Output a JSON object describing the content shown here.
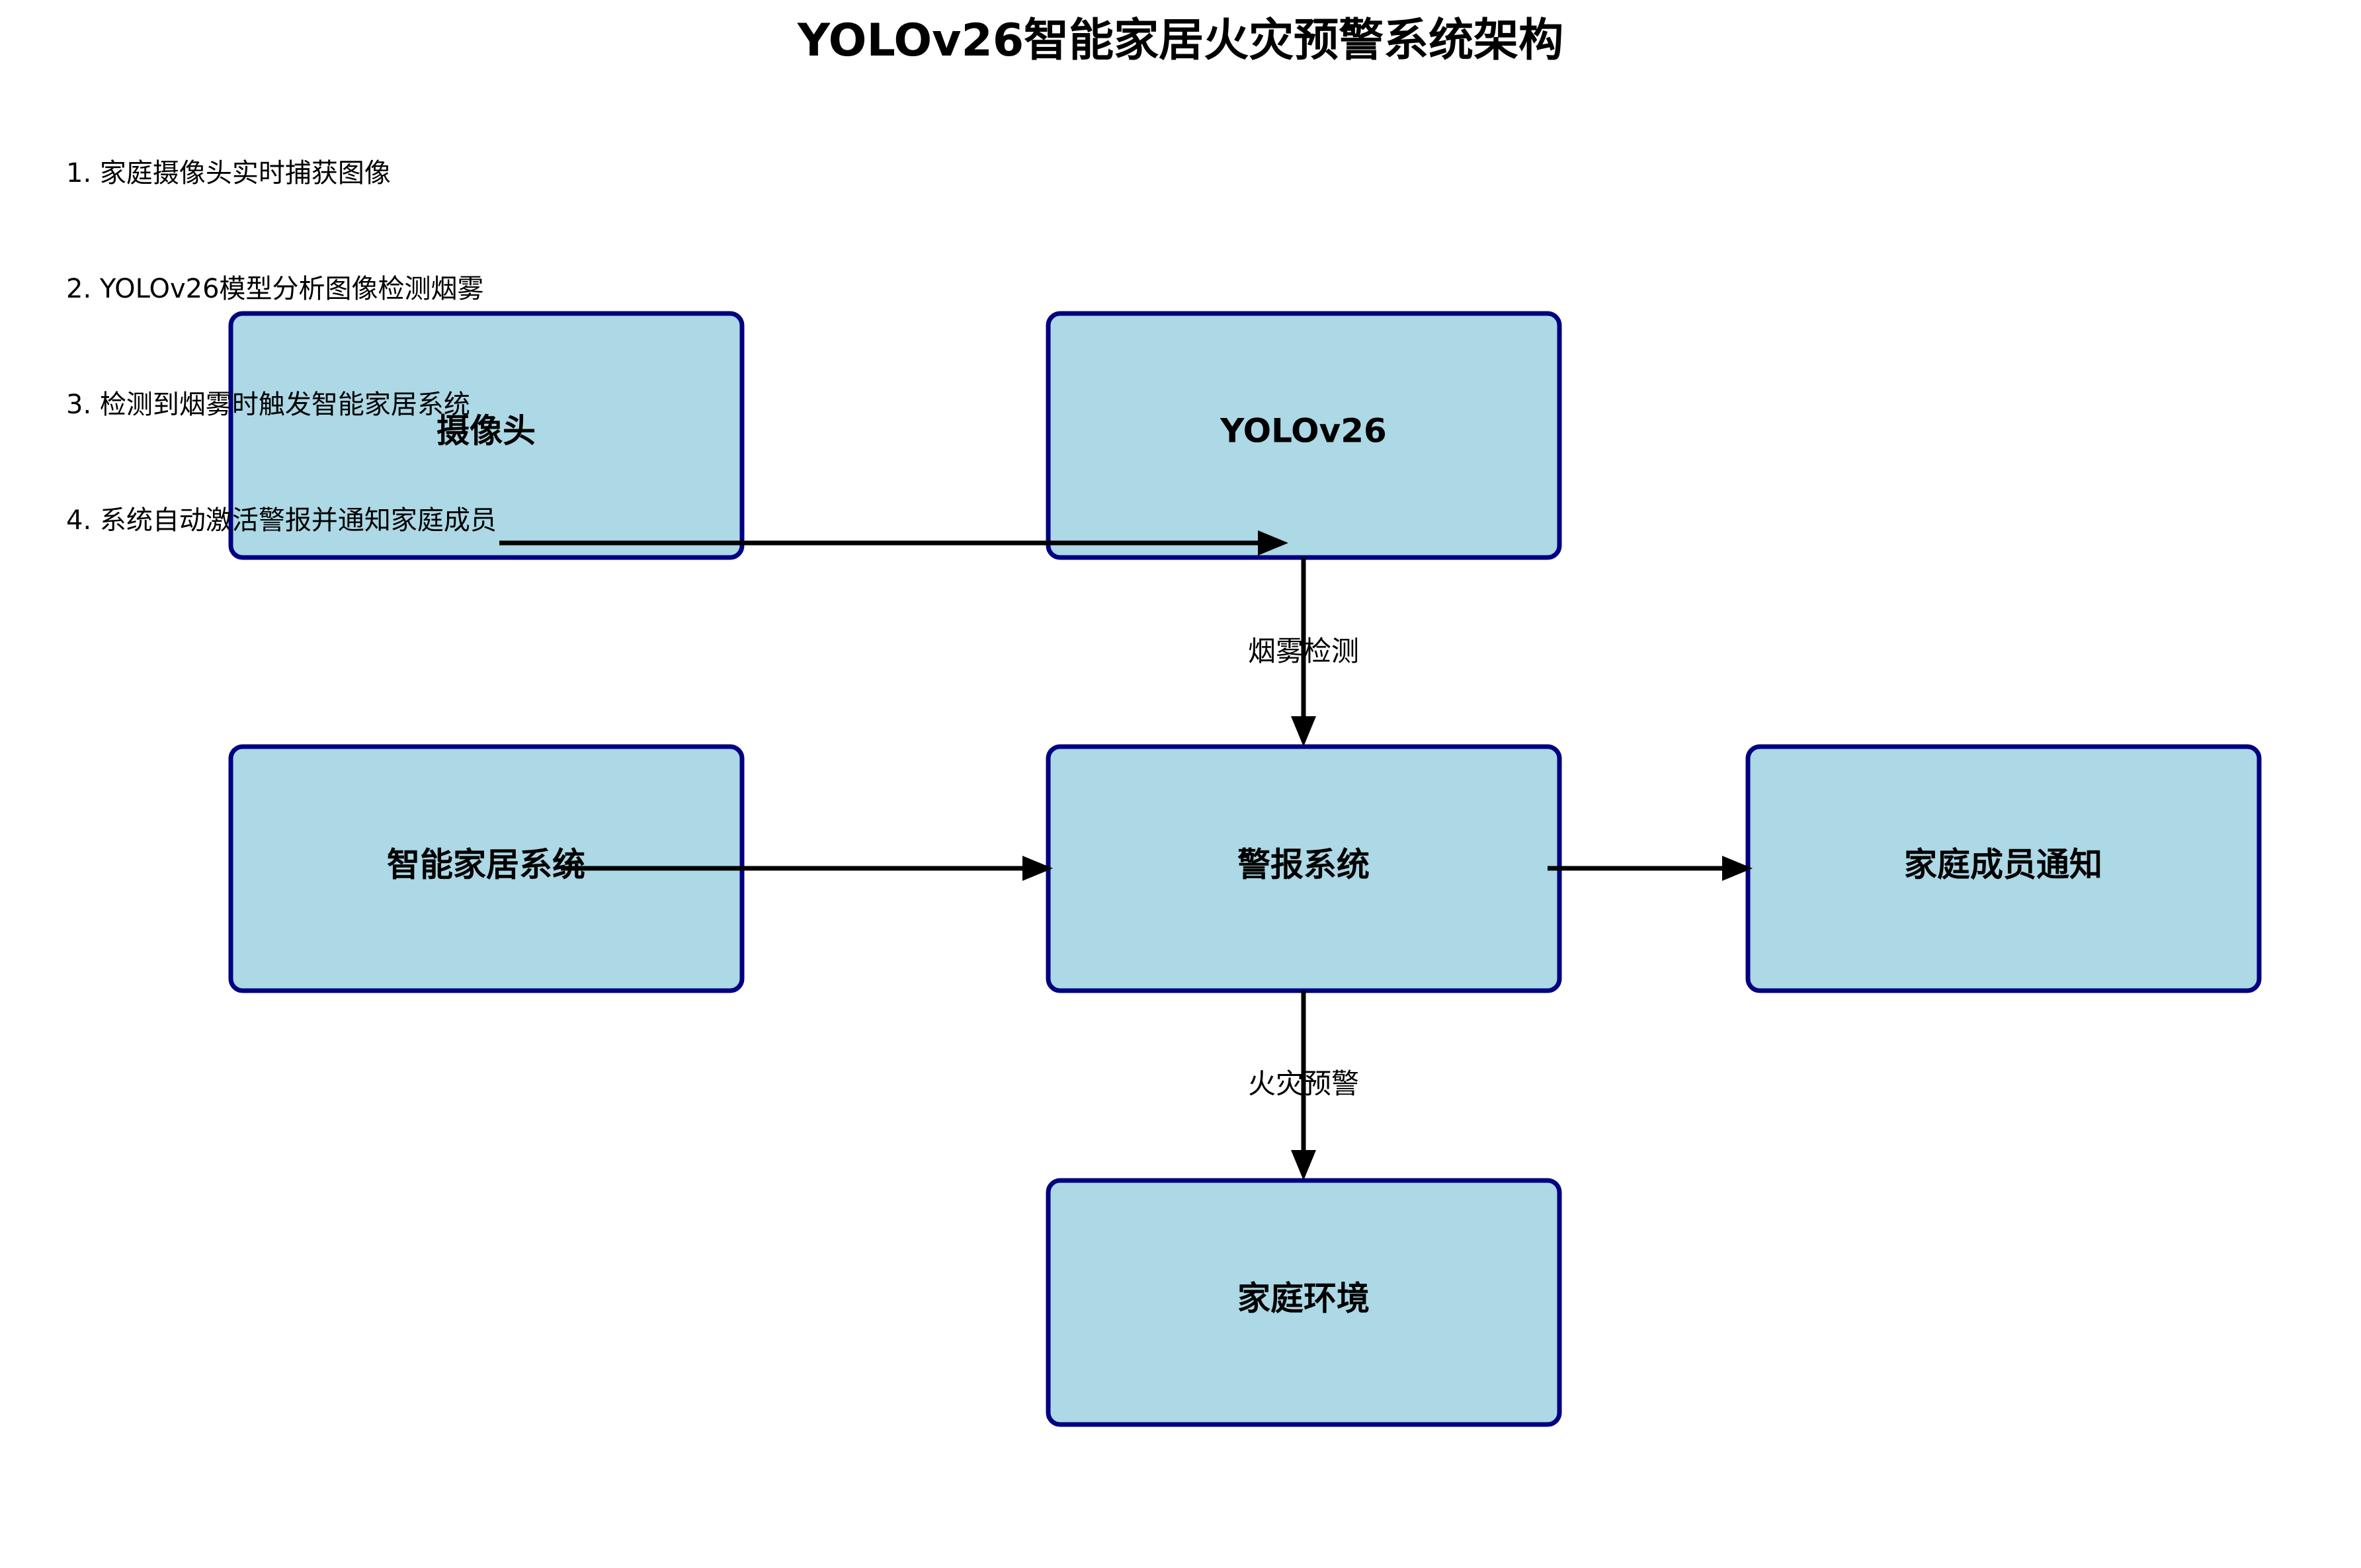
{
  "title": "YOLOv26智能家居火灾预警系统架构",
  "steps": [
    "1. 家庭摄像头实时捕获图像",
    "2. YOLOv26模型分析图像检测烟雾",
    "3. 检测到烟雾时触发智能家居系统",
    "4. 系统自动激活警报并通知家庭成员"
  ],
  "nodes": {
    "camera": "摄像头",
    "yolo": "YOLOv26",
    "smart_home": "智能家居系统",
    "alarm": "警报系统",
    "family_notify": "家庭成员通知",
    "home_env": "家庭环境"
  },
  "edge_labels": {
    "smoke_detection": "烟雾检测",
    "fire_warning": "火灾预警"
  },
  "colors": {
    "box_fill": "#add8e6",
    "box_stroke": "#000080",
    "arrow": "#000000",
    "text": "#000000"
  }
}
